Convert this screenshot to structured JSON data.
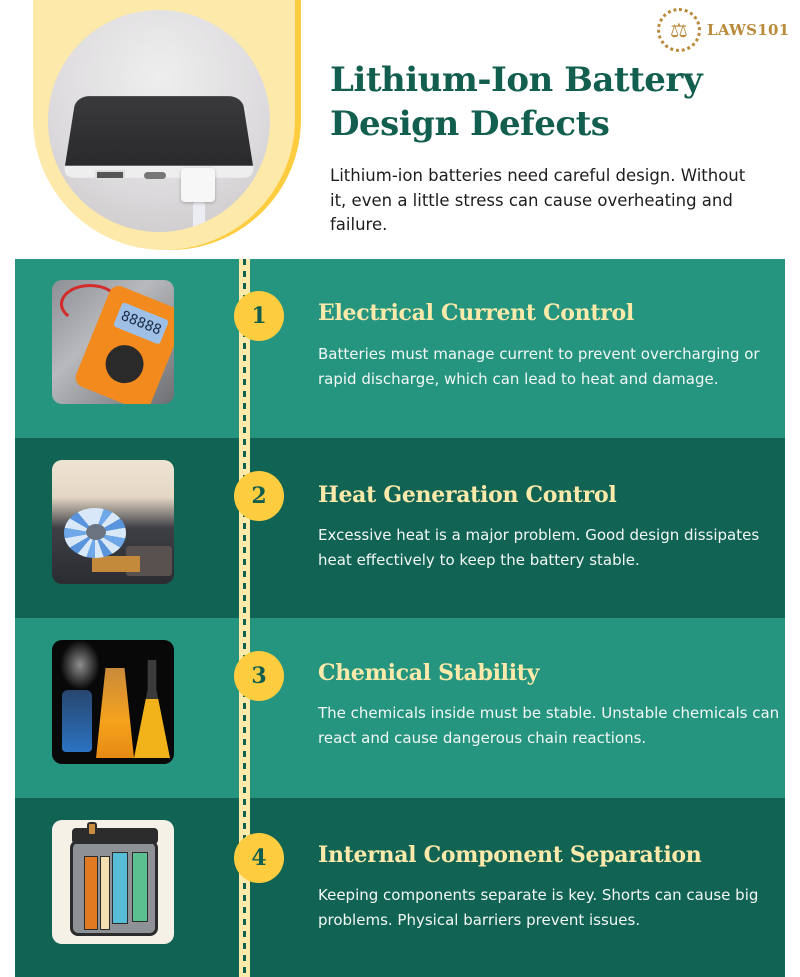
{
  "brand": {
    "logo_text": "LAWS101",
    "logo_icon": "scales-of-justice-icon",
    "color": "#b88a3a"
  },
  "header": {
    "title": "Lithium-Ion Battery Design Defects",
    "intro": "Lithium-ion batteries need careful design. Without it, even a little stress can cause overheating and failure.",
    "hero_image": "phone-charging-photo"
  },
  "colors": {
    "title_green": "#135f4f",
    "panel_light": "#259580",
    "panel_dark": "#116354",
    "accent_yellow": "#fdcd3f",
    "cream": "#fde9a9"
  },
  "items": [
    {
      "number": "1",
      "title": "Electrical Current Control",
      "description": "Batteries must manage current to prevent overcharging or rapid discharge, which can lead to heat and damage.",
      "image": "multimeter-photo",
      "lcd_text": "88888"
    },
    {
      "number": "2",
      "title": "Heat Generation Control",
      "description": "Excessive heat is a major problem. Good design dissipates heat effectively to keep the battery stable.",
      "image": "cooling-fan-photo"
    },
    {
      "number": "3",
      "title": "Chemical Stability",
      "description": "The chemicals inside must be stable. Unstable chemicals can react and cause dangerous chain reactions.",
      "image": "chemistry-flasks-photo"
    },
    {
      "number": "4",
      "title": "Internal Component Separation",
      "description": "Keeping components separate is key. Shorts can cause big problems. Physical barriers prevent issues.",
      "image": "battery-cutaway-illustration"
    }
  ]
}
